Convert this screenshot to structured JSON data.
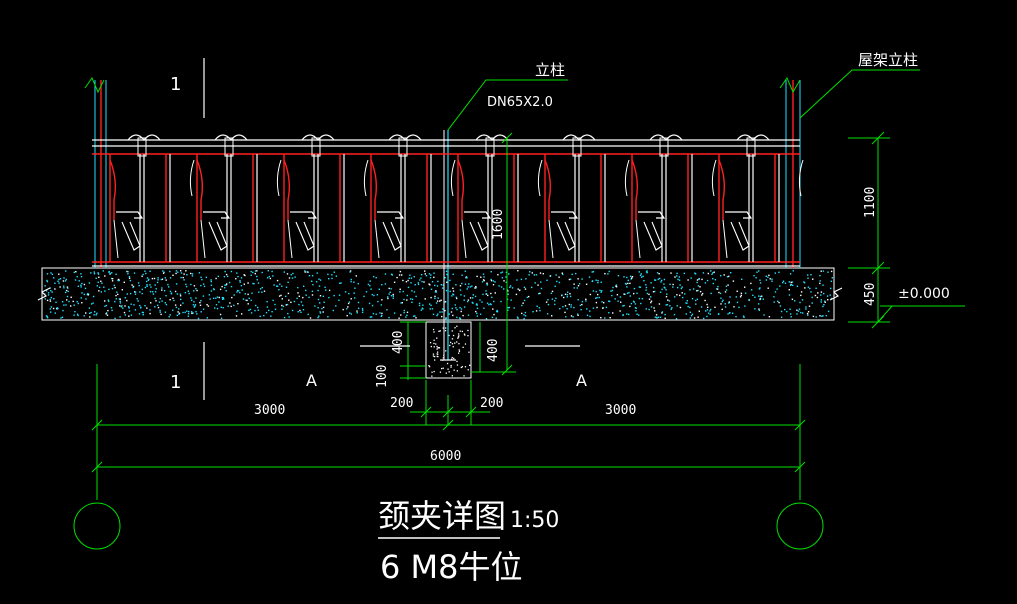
{
  "labels": {
    "column": "立柱",
    "pipe_spec": "DN65X2.0",
    "truss_column": "屋架立柱",
    "height_1100": "1100",
    "height_1600": "1600",
    "height_450": "450",
    "elevation": "±0.000",
    "footing_400_left": "400",
    "footing_400_right": "400",
    "footing_100": "100",
    "width_200_left": "200",
    "width_200_right": "200",
    "span_3000_left": "3000",
    "span_3000_right": "3000",
    "span_6000": "6000",
    "section_mark_top": "1",
    "section_mark_bottom": "1",
    "axis_a_left": "A",
    "axis_a_right": "A"
  },
  "title": {
    "main": "颈夹详图",
    "scale": "1:50",
    "subtitle": "6 M8牛位"
  },
  "colors": {
    "background": "#000000",
    "frame": "#ff2020",
    "rails": "#ffffff",
    "dimension": "#00e000",
    "concrete": "#20e0ff"
  }
}
